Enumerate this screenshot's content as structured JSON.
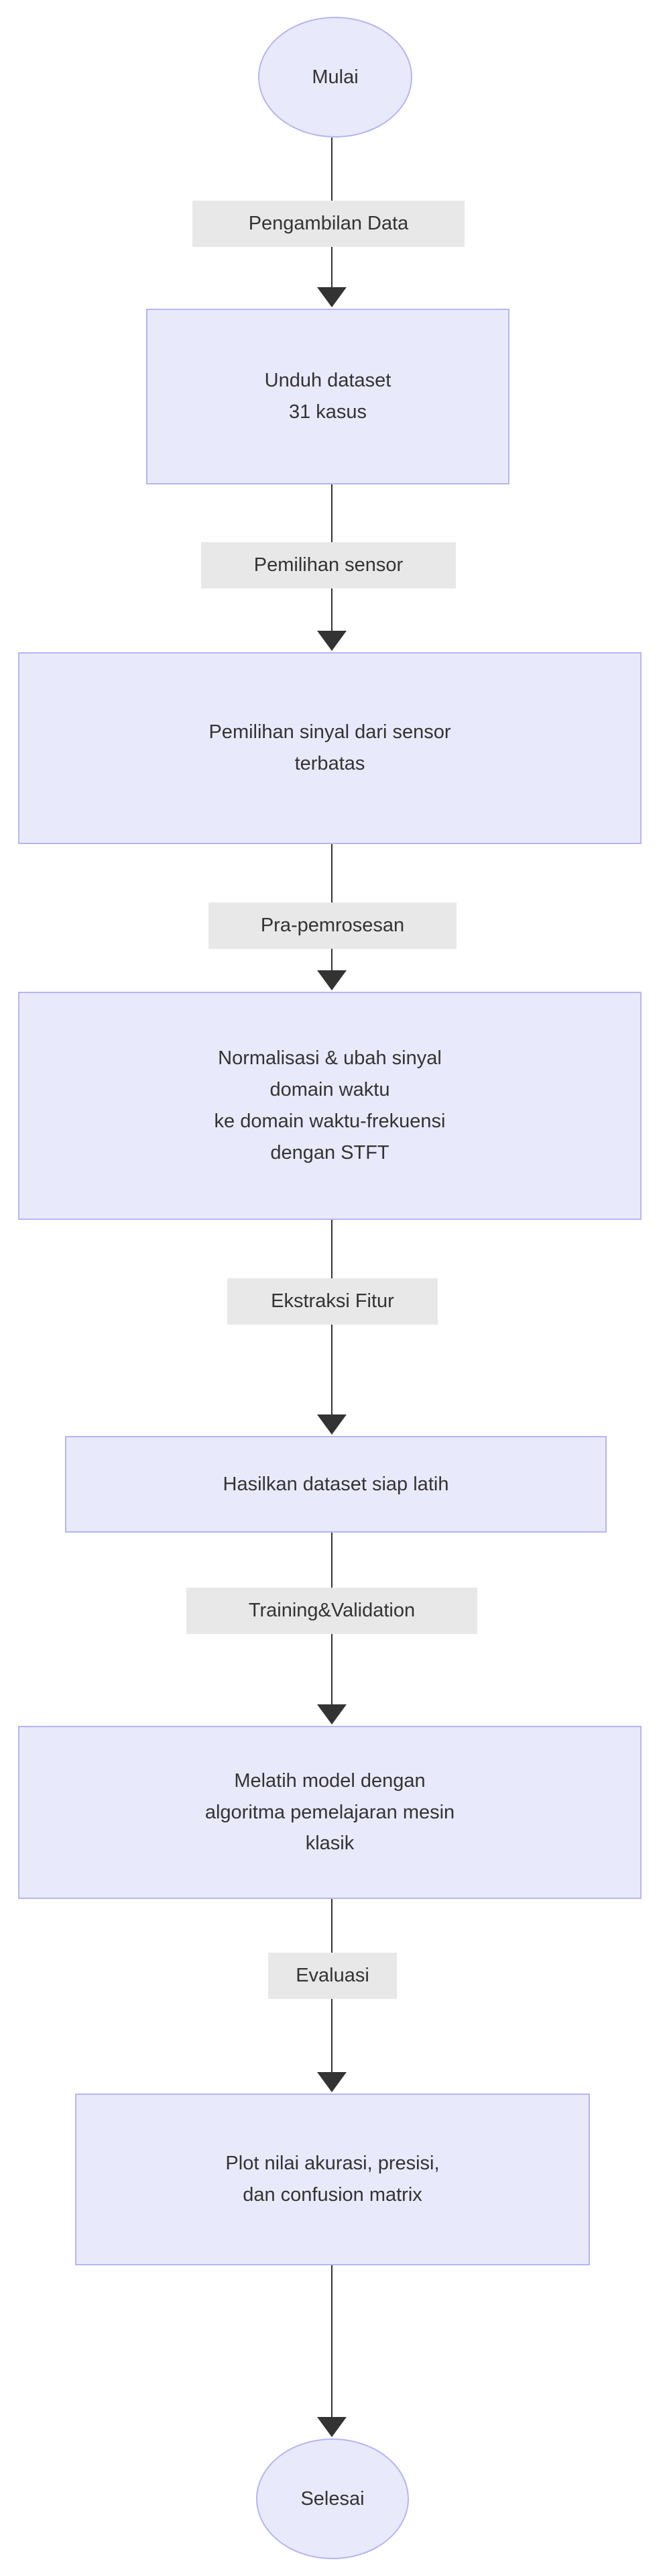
{
  "diagram": {
    "type": "flowchart",
    "orientation": "top-to-bottom",
    "colors": {
      "node_fill": "#e9e9fc",
      "node_border": "#b5b5f5",
      "edge_label_background": "#e8e8e8",
      "text": "#333333",
      "connector": "#333333",
      "page_background": "#ffffff"
    },
    "nodes": [
      {
        "id": "start",
        "shape": "ellipse",
        "label": "Mulai"
      },
      {
        "id": "download",
        "shape": "rectangle",
        "label": "Unduh dataset\n31 kasus"
      },
      {
        "id": "select",
        "shape": "rectangle",
        "label": "Pemilihan sinyal dari sensor\nterbatas"
      },
      {
        "id": "preprocess",
        "shape": "rectangle",
        "label": "Normalisasi & ubah sinyal\ndomain waktu\nke domain waktu-frekuensi\ndengan STFT"
      },
      {
        "id": "dataset",
        "shape": "rectangle",
        "label": "Hasilkan dataset siap latih"
      },
      {
        "id": "train",
        "shape": "rectangle",
        "label": "Melatih model dengan\nalgoritma pemelajaran mesin\nklasik"
      },
      {
        "id": "plot",
        "shape": "rectangle",
        "label": "Plot nilai akurasi, presisi,\ndan confusion matrix"
      },
      {
        "id": "end",
        "shape": "ellipse",
        "label": "Selesai"
      }
    ],
    "edges": [
      {
        "from": "start",
        "to": "download",
        "label": "Pengambilan Data"
      },
      {
        "from": "download",
        "to": "select",
        "label": "Pemilihan sensor"
      },
      {
        "from": "select",
        "to": "preprocess",
        "label": "Pra-pemrosesan"
      },
      {
        "from": "preprocess",
        "to": "dataset",
        "label": "Ekstraksi Fitur"
      },
      {
        "from": "dataset",
        "to": "train",
        "label": "Training&Validation"
      },
      {
        "from": "train",
        "to": "plot",
        "label": "Evaluasi"
      },
      {
        "from": "plot",
        "to": "end",
        "label": ""
      }
    ]
  }
}
